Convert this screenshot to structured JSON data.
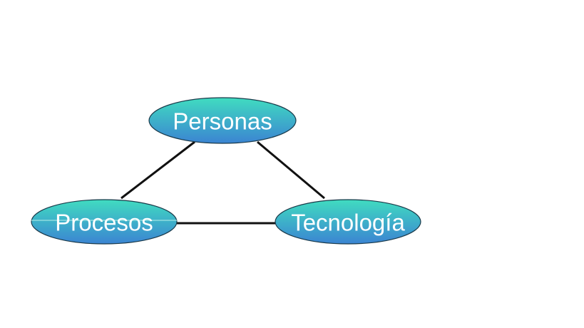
{
  "diagram": {
    "nodes": [
      {
        "id": "personas",
        "label": "Personas"
      },
      {
        "id": "procesos",
        "label": "Procesos"
      },
      {
        "id": "tecnologia",
        "label": "Tecnología"
      }
    ],
    "edges": [
      {
        "from": "personas",
        "to": "procesos"
      },
      {
        "from": "personas",
        "to": "tecnologia"
      },
      {
        "from": "procesos",
        "to": "tecnologia"
      }
    ],
    "colors": {
      "fill_top": "#40dcc0",
      "fill_bottom": "#3b84d2",
      "stroke": "#1a3a4a",
      "edge": "#111111"
    }
  }
}
